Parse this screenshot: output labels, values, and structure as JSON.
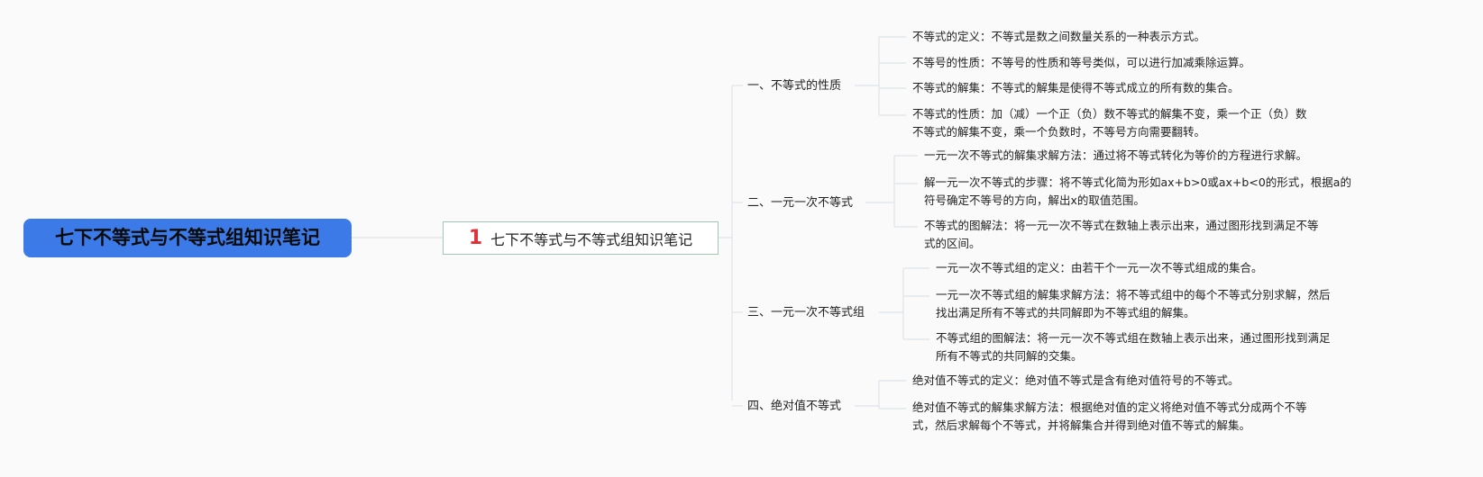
{
  "root": {
    "title": "七下不等式与不等式组知识笔记"
  },
  "center": {
    "number": "1",
    "title": "七下不等式与不等式组知识笔记"
  },
  "branches": [
    {
      "label": "一、不等式的性质",
      "leaves": [
        {
          "lines": [
            "不等式的定义：不等式是数之间数量关系的一种表示方式。"
          ]
        },
        {
          "lines": [
            "不等号的性质：不等号的性质和等号类似，可以进行加减乘除运算。"
          ]
        },
        {
          "lines": [
            "不等式的解集：不等式的解集是使得不等式成立的所有数的集合。"
          ]
        },
        {
          "lines": [
            "不等式的性质：加（减）一个正（负）数不等式的解集不变，乘一个正（负）数",
            "不等式的解集不变，乘一个负数时，不等号方向需要翻转。"
          ]
        }
      ]
    },
    {
      "label": "二、一元一次不等式",
      "leaves": [
        {
          "lines": [
            "一元一次不等式的解集求解方法：通过将不等式转化为等价的方程进行求解。"
          ]
        },
        {
          "lines": [
            "解一元一次不等式的步骤：将不等式化简为形如ax+b>0或ax+b<0的形式，根据a的",
            "符号确定不等号的方向，解出x的取值范围。"
          ]
        },
        {
          "lines": [
            "不等式的图解法：将一元一次不等式在数轴上表示出来，通过图形找到满足不等",
            "式的区间。"
          ]
        }
      ]
    },
    {
      "label": "三、一元一次不等式组",
      "leaves": [
        {
          "lines": [
            "一元一次不等式组的定义：由若干个一元一次不等式组成的集合。"
          ]
        },
        {
          "lines": [
            "一元一次不等式组的解集求解方法：将不等式组中的每个不等式分别求解，然后",
            "找出满足所有不等式的共同解即为不等式组的解集。"
          ]
        },
        {
          "lines": [
            "不等式组的图解法：将一元一次不等式组在数轴上表示出来，通过图形找到满足",
            "所有不等式的共同解的交集。"
          ]
        }
      ]
    },
    {
      "label": "四、绝对值不等式",
      "leaves": [
        {
          "lines": [
            "绝对值不等式的定义：绝对值不等式是含有绝对值符号的不等式。"
          ]
        },
        {
          "lines": [
            "绝对值不等式的解集求解方法：根据绝对值的定义将绝对值不等式分成两个不等",
            "式，然后求解每个不等式，并将解集合并得到绝对值不等式的解集。"
          ]
        }
      ]
    }
  ]
}
